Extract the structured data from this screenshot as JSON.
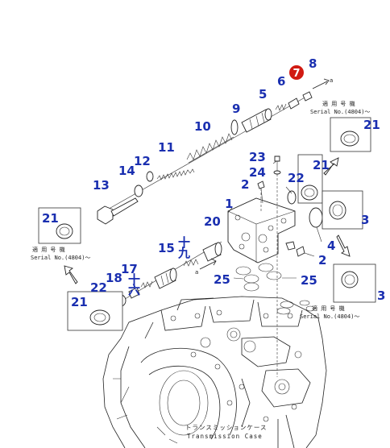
{
  "callouts": {
    "n1": "1",
    "n2a": "2",
    "n2b": "2",
    "n3a": "3",
    "n3b": "3",
    "n4": "4",
    "n5": "5",
    "n6": "6",
    "n7": "7",
    "n8": "8",
    "n9": "9",
    "n10": "10",
    "n11": "11",
    "n12": "12",
    "n13": "13",
    "n14": "14",
    "n15": "15",
    "n17": "17",
    "n18": "18",
    "n20": "20",
    "n21a": "21",
    "n21b": "21",
    "n21c": "21",
    "n21d": "21",
    "n22a": "22",
    "n22b": "22",
    "n23": "23",
    "n24": "24",
    "n25a": "25",
    "n25b": "25",
    "n16": "十六",
    "n19": "十九"
  },
  "arrow_labels": {
    "a_top": "a",
    "a_mid": "a"
  },
  "notes": {
    "upper_right_1": "適 用 号 機",
    "upper_right_2": "Serial No.(4804)～",
    "left_1": "適 用 号 機",
    "left_2": "Serial No.(4804)～",
    "lower_right_1": "適 用 号 機",
    "lower_right_2": "Serial No.(4804)～"
  },
  "caption": {
    "jp": "トランスミッションケース",
    "en": "Transmission Case"
  },
  "colors": {
    "callout": "#1a2fb0",
    "highlight": "#d11a12",
    "line": "#222222"
  }
}
